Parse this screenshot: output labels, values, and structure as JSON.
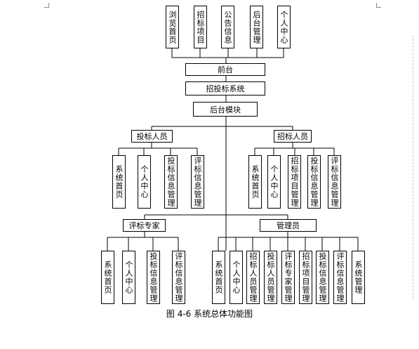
{
  "diagram": {
    "frontend_pages": [
      "浏览首页",
      "招标项目",
      "公告信息",
      "后台管理",
      "个人中心"
    ],
    "frontend": "前台",
    "system": "招投标系统",
    "backend": "后台模块",
    "roles": {
      "bidder": {
        "label": "投标人员",
        "functions": [
          "系统首页",
          "个人中心",
          "投标信息管理",
          "评标信息管理"
        ]
      },
      "tenderer": {
        "label": "招标人员",
        "functions": [
          "系统首页",
          "个人中心",
          "招标项目管理",
          "投标信息管理",
          "评标信息管理"
        ]
      },
      "expert": {
        "label": "评标专家",
        "functions": [
          "系统首页",
          "个人中心",
          "投标信息管理",
          "评标信息管理"
        ]
      },
      "admin": {
        "label": "管理员",
        "functions": [
          "系统首页",
          "个人中心",
          "招标人员管理",
          "投标人员管理",
          "评标专家管理",
          "招标项目管理",
          "投标信息管理",
          "评标信息管理",
          "系统管理"
        ]
      }
    },
    "caption": "图 4-6 系统总体功能图"
  }
}
